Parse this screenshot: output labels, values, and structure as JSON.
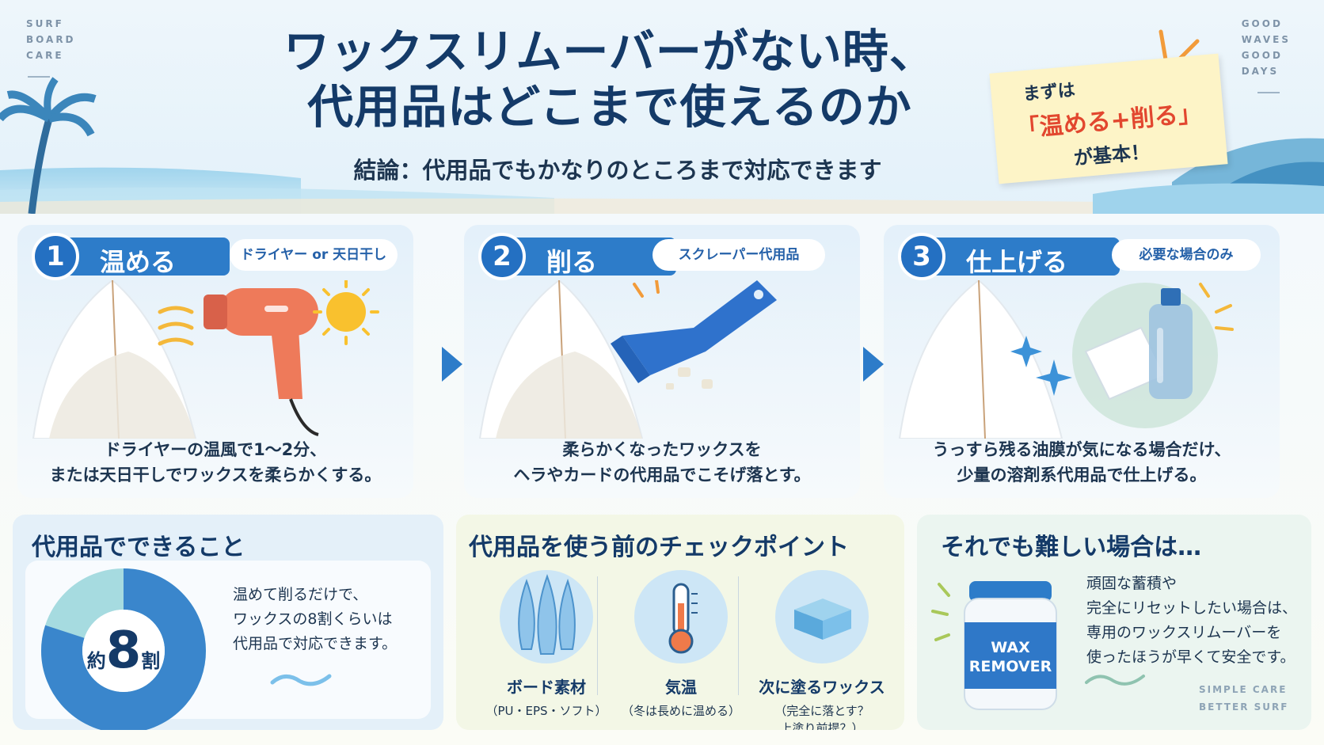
{
  "corner_left": {
    "line1": "SURF",
    "line2": "BOARD",
    "line3": "CARE"
  },
  "corner_right": {
    "line1": "GOOD",
    "line2": "WAVES",
    "line3": "GOOD",
    "line4": "DAYS"
  },
  "header": {
    "title_line1": "ワックスリムーバーがない時、",
    "title_line2": "代用品はどこまで使えるのか",
    "subtitle": "結論：代用品でもかなりのところまで対応できます"
  },
  "sticky_note": {
    "line1": "まずは",
    "line2": "「温める+削る」",
    "line3": "が基本！"
  },
  "steps": [
    {
      "num": "1",
      "title": "温める",
      "tag": "ドライヤー or 天日干し",
      "desc_line1": "ドライヤーの温風で1〜2分、",
      "desc_line2": "または天日干しでワックスを柔らかくする。"
    },
    {
      "num": "2",
      "title": "削る",
      "tag": "スクレーパー代用品",
      "desc_line1": "柔らかくなったワックスを",
      "desc_line2": "ヘラやカードの代用品でこそげ落とす。"
    },
    {
      "num": "3",
      "title": "仕上げる",
      "tag": "必要な場合のみ",
      "desc_line1": "うっすら残る油膜が気になる場合だけ、",
      "desc_line2": "少量の溶剤系代用品で仕上げる。"
    }
  ],
  "can_do": {
    "title": "代用品でできること",
    "donut_prefix": "約",
    "donut_value": "8",
    "donut_suffix": "割",
    "donut_fraction": 0.8,
    "text_line1": "温めて削るだけで、",
    "text_line2": "ワックスの8割くらいは",
    "text_line3": "代用品で対応できます。"
  },
  "checkpoints": {
    "title": "代用品を使う前のチェックポイント",
    "items": [
      {
        "label": "ボード素材",
        "sub1": "（PU・EPS・ソフト）",
        "sub2": ""
      },
      {
        "label": "気温",
        "sub1": "（冬は長めに温める）",
        "sub2": ""
      },
      {
        "label": "次に塗るワックス",
        "sub1": "（完全に落とす？",
        "sub2": "上塗り前提？）"
      }
    ]
  },
  "difficult": {
    "title": "それでも難しい場合は…",
    "jar_line1": "WAX",
    "jar_line2": "REMOVER",
    "text_line1": "頑固な蓄積や",
    "text_line2": "完全にリセットしたい場合は、",
    "text_line3": "専用のワックスリムーバーを",
    "text_line4": "使ったほうが早くて安全です。",
    "footer_line1": "SIMPLE CARE",
    "footer_line2": "BETTER SURF"
  },
  "colors": {
    "primary": "#2d7cc9",
    "navy": "#143a68",
    "accent_red": "#e2472f",
    "sticky": "#fdf4c7"
  }
}
